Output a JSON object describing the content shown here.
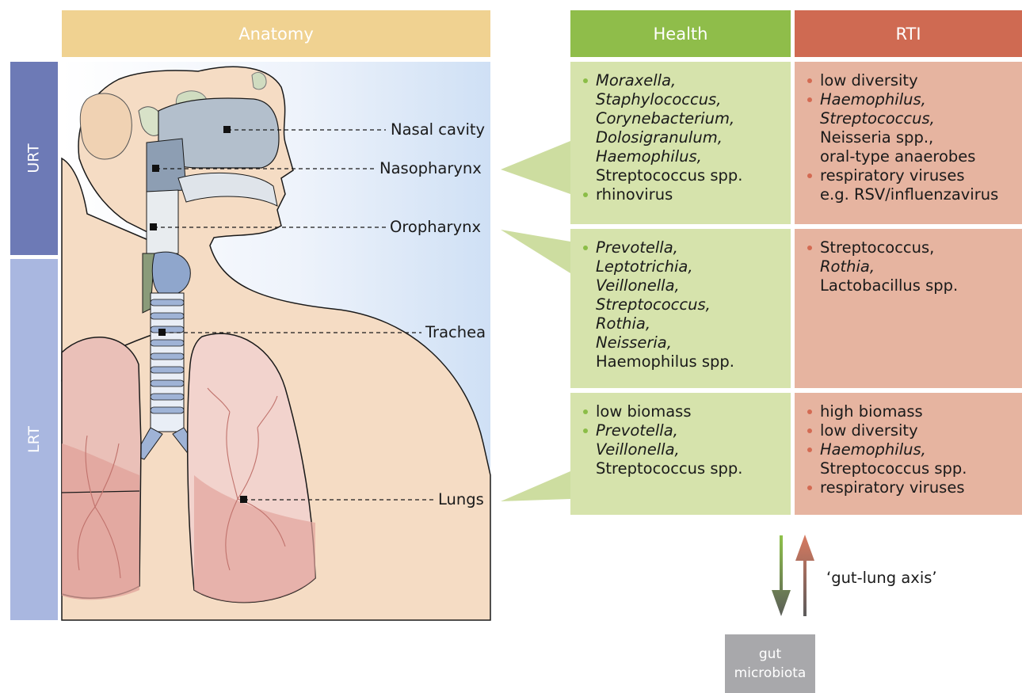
{
  "headers": {
    "anatomy": "Anatomy",
    "health": "Health",
    "rti": "RTI"
  },
  "sides": {
    "urt": "URT",
    "lrt": "LRT"
  },
  "anatomy_labels": {
    "nasal_cavity": "Nasal cavity",
    "nasopharynx": "Nasopharynx",
    "oropharynx": "Oropharynx",
    "trachea": "Trachea",
    "lungs": "Lungs"
  },
  "rows": [
    {
      "health": [
        [
          "Moraxella,",
          "Staphylococcus,",
          "Corynebacterium,",
          "Dolosigranulum,",
          "Haemophilus,",
          "Streptococcus spp."
        ],
        [
          "rhinovirus"
        ]
      ],
      "rti": [
        [
          "low diversity"
        ],
        [
          "Haemophilus,",
          "Streptococcus,",
          "Neisseria spp.,",
          "oral-type anaerobes"
        ],
        [
          "respiratory viruses",
          "e.g. RSV/influenzavirus"
        ]
      ]
    },
    {
      "health": [
        [
          "Prevotella,",
          "Leptotrichia,",
          "Veillonella,",
          "Streptococcus,",
          "Rothia,",
          "Neisseria,",
          "Haemophilus spp."
        ]
      ],
      "rti": [
        [
          "Streptococcus,",
          "Rothia,",
          "Lactobacillus spp."
        ]
      ]
    },
    {
      "health": [
        [
          "low biomass"
        ],
        [
          "Prevotella,",
          "Veillonella,",
          "Streptococcus spp."
        ]
      ],
      "rti": [
        [
          "high biomass"
        ],
        [
          "low diversity"
        ],
        [
          "Haemophilus,",
          "Streptococcus spp."
        ],
        [
          "respiratory viruses"
        ]
      ]
    }
  ],
  "axis_label": "‘gut-lung axis’",
  "gut_box": {
    "line1": "gut",
    "line2": "microbiota"
  },
  "colors": {
    "anatomy_header": "#f0d291",
    "health_header": "#8fbd4a",
    "rti_header": "#cf6a52",
    "health_cell": "#d6e3ac",
    "rti_cell": "#e6b4a0",
    "urt": "#6d7ab6",
    "lrt": "#a9b7e0",
    "gut_box": "#a8a8ab"
  }
}
